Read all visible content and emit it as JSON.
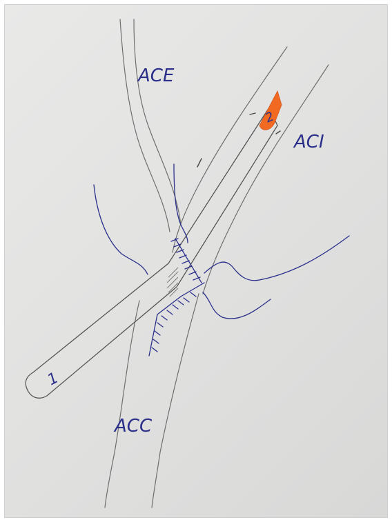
{
  "labels": {
    "ace": "ACE",
    "aci": "ACI",
    "acc": "ACC",
    "patch_number": "1",
    "marker_number": "2"
  },
  "colors": {
    "paper": "#e4e4e3",
    "pencil": "#6e6e6e",
    "ink": "#2b2f8a",
    "marker": "#f26a21"
  }
}
